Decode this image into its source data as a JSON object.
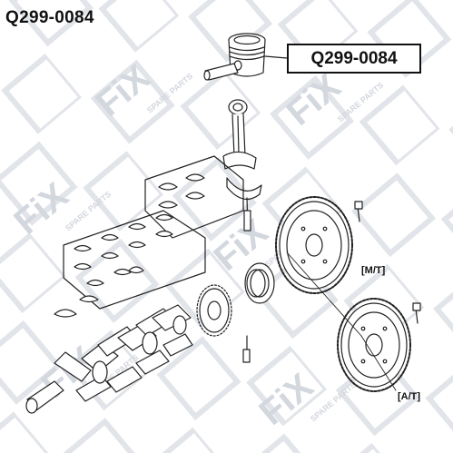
{
  "part_number": "Q299-0084",
  "callout_label": "Q299-0084",
  "variants": {
    "manual": "[M/T]",
    "automatic": "[A/T]"
  },
  "watermark": {
    "brand": "FiX",
    "subtitle": "SPARE PARTS"
  },
  "colors": {
    "line": "#222222",
    "watermark": "#d7dbe1",
    "background": "#ffffff"
  }
}
